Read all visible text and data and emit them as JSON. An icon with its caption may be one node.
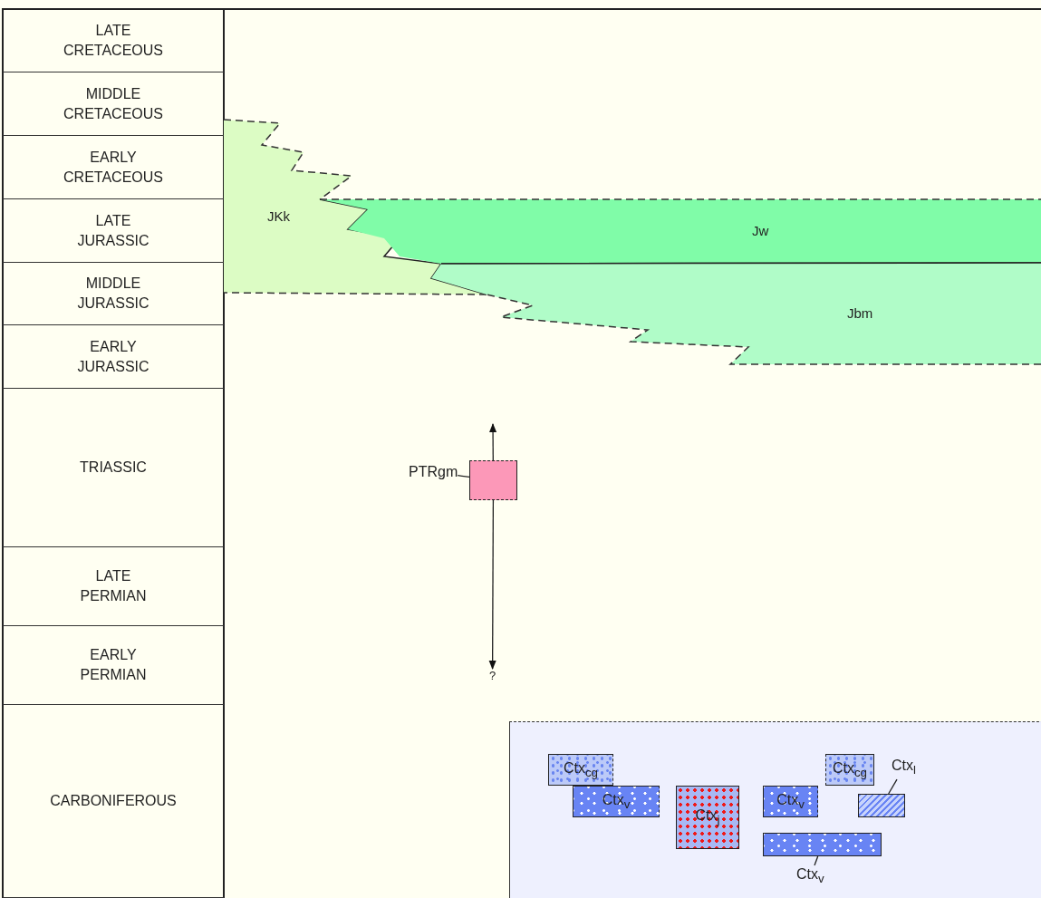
{
  "diagram": {
    "nodes": [
      {
        "text": [
          "LATE CRETACEOUS"
        ]
      },
      {
        "text": [
          "MIDDLE CRETACEOUS"
        ]
      },
      {
        "text": [
          "EARLY CRETACEOUS"
        ]
      },
      {
        "text": [
          "LATE JURASSIC"
        ]
      },
      {
        "text": [
          "MIDDLE JURASSIC"
        ]
      },
      {
        "text": [
          "EARLY JURASSIC"
        ]
      },
      {
        "text": [
          "TRIASSIC"
        ]
      },
      {
        "text": [
          "LATE PERMIAN"
        ]
      },
      {
        "text": [
          "EARLY PERMIAN"
        ]
      },
      {
        "text": [
          "CARBONIFEROUS"
        ]
      },
      {
        "text": [
          "JKk"
        ]
      },
      {
        "text": [
          "Jw"
        ]
      },
      {
        "text": [
          "Jbm"
        ]
      },
      {
        "text": [
          "PTRgm"
        ]
      },
      {
        "text": [],
        "shape": "box"
      },
      {
        "text": [
          "?"
        ]
      },
      {
        "text": [],
        "shape": "box"
      },
      {
        "text": [
          "Ctx$_{cg}$"
        ],
        "in": 16
      },
      {
        "text": [
          "Ctx$_{v}$"
        ],
        "in": 16
      },
      {
        "text": [
          "Ctx$_{j}$"
        ],
        "in": 16
      },
      {
        "text": [
          "Ctx$_{v}$"
        ],
        "in": 16
      },
      {
        "text": [
          "Ctx$_{cg}$"
        ],
        "in": 16
      },
      {
        "text": [
          "Ctx$_{l}$"
        ],
        "in": 16
      },
      {
        "text": [],
        "shape": "box",
        "in": 16
      },
      {
        "text": [],
        "shape": "box",
        "in": 16
      },
      {
        "text": [
          "Ctx$_{v}$"
        ],
        "in": 16
      }
    ],
    "edges": [
      {
        "from": 13,
        "to": 14,
        "arrow": "none"
      },
      {
        "from": 14,
        "to": null,
        "arrow": "to"
      },
      {
        "from": 14,
        "to": 15,
        "arrow": "to"
      },
      {
        "from": 22,
        "to": 23,
        "arrow": "none"
      },
      {
        "from": 25,
        "to": 24,
        "arrow": "none"
      }
    ]
  }
}
